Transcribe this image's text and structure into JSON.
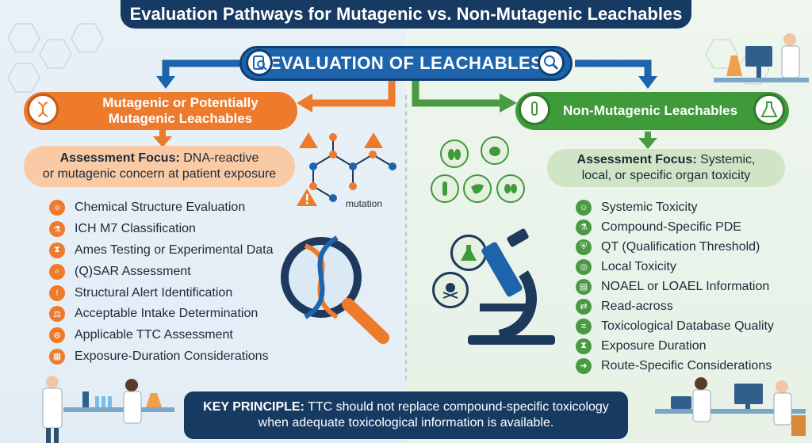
{
  "title": "Evaluation Pathways for Mutagenic vs. Non-Mutagenic Leachables",
  "center_label": "EVALUATION OF LEACHABLES",
  "left": {
    "heading_line1": "Mutagenic or Potentially",
    "heading_line2": "Mutagenic Leachables",
    "focus_label": "Assessment Focus:",
    "focus_text_1": " DNA-reactive",
    "focus_text_2": "or mutagenic concern at patient exposure",
    "molecule_label": "mutation",
    "items": [
      "Chemical Structure Evaluation",
      "ICH M7 Classification",
      "Ames Testing or Experimental Data",
      "(Q)SAR Assessment",
      "Structural Alert Identification",
      "Acceptable Intake Determination",
      "Applicable TTC Assessment",
      "Exposure-Duration Considerations"
    ]
  },
  "right": {
    "heading": "Non-Mutagenic Leachables",
    "focus_label": "Assessment Focus:",
    "focus_text_1": " Systemic,",
    "focus_text_2": "local, or specific organ toxicity",
    "items": [
      "Systemic Toxicity",
      "Compound-Specific PDE",
      "QT (Qualification Threshold)",
      "Local Toxicity",
      "NOAEL or LOAEL Information",
      "Read-across",
      "Toxicological Database Quality",
      "Exposure Duration",
      "Route-Specific Considerations"
    ]
  },
  "key_principle": {
    "label": "KEY PRINCIPLE:",
    "text_1": " TTC should not replace compound-specific toxicology",
    "text_2": "when adequate toxicological information is available."
  },
  "colors": {
    "navy": "#173a63",
    "blue": "#1d64ad",
    "orange": "#ee7a2c",
    "green": "#3f9a3a"
  }
}
